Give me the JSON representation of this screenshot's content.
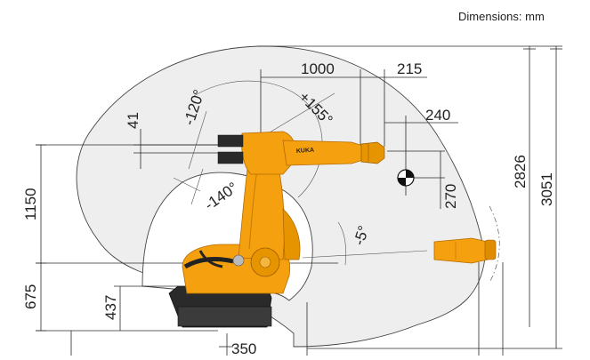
{
  "units_note": "Dimensions: mm",
  "manufacturer_logo": "KUKA",
  "colors": {
    "robot_orange": "#f5a00f",
    "robot_dark": "#2a2a2a",
    "workspace_fill": "#eeeeee",
    "workspace_stroke": "#444444"
  },
  "dimensions": {
    "reach_1000": "1000",
    "wrist_215": "215",
    "offset_240": "240",
    "offset_270": "270",
    "height_2826": "2826",
    "height_3051": "3051",
    "height_1150": "1150",
    "height_675": "675",
    "height_437": "437",
    "offset_41": "41",
    "base_350": "350"
  },
  "angles": {
    "axis_minus120": "-120°",
    "axis_plus155": "+155°",
    "axis_minus140": "-140°",
    "axis_minus5": "-5°"
  }
}
